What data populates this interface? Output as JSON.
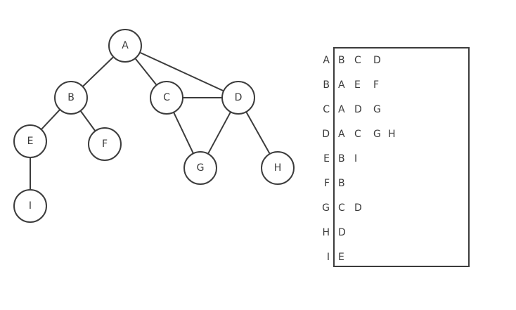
{
  "graph": {
    "nodes": [
      {
        "id": "A",
        "label": "A"
      },
      {
        "id": "B",
        "label": "B"
      },
      {
        "id": "C",
        "label": "C"
      },
      {
        "id": "D",
        "label": "D"
      },
      {
        "id": "E",
        "label": "E"
      },
      {
        "id": "F",
        "label": "F"
      },
      {
        "id": "G",
        "label": "G"
      },
      {
        "id": "H",
        "label": "H"
      },
      {
        "id": "I",
        "label": "I"
      }
    ],
    "edges": [
      [
        "A",
        "B"
      ],
      [
        "A",
        "C"
      ],
      [
        "A",
        "D"
      ],
      [
        "B",
        "E"
      ],
      [
        "B",
        "F"
      ],
      [
        "C",
        "D"
      ],
      [
        "C",
        "G"
      ],
      [
        "D",
        "G"
      ],
      [
        "D",
        "H"
      ],
      [
        "E",
        "I"
      ]
    ]
  },
  "adjacency_list": {
    "rows": [
      {
        "vertex": "A",
        "neighbors": [
          "B",
          "C",
          "D"
        ]
      },
      {
        "vertex": "B",
        "neighbors": [
          "A",
          "E",
          "F"
        ]
      },
      {
        "vertex": "C",
        "neighbors": [
          "A",
          "D",
          "G"
        ]
      },
      {
        "vertex": "D",
        "neighbors": [
          "A",
          "C",
          "G",
          "H"
        ]
      },
      {
        "vertex": "E",
        "neighbors": [
          "B",
          "I"
        ]
      },
      {
        "vertex": "F",
        "neighbors": [
          "B"
        ]
      },
      {
        "vertex": "G",
        "neighbors": [
          "C",
          "D"
        ]
      },
      {
        "vertex": "H",
        "neighbors": [
          "D"
        ]
      },
      {
        "vertex": "I",
        "neighbors": [
          "E"
        ]
      }
    ]
  },
  "colors": {
    "stroke": "#3c3c3c",
    "text": "#3a3a3a",
    "background": "#ffffff"
  }
}
